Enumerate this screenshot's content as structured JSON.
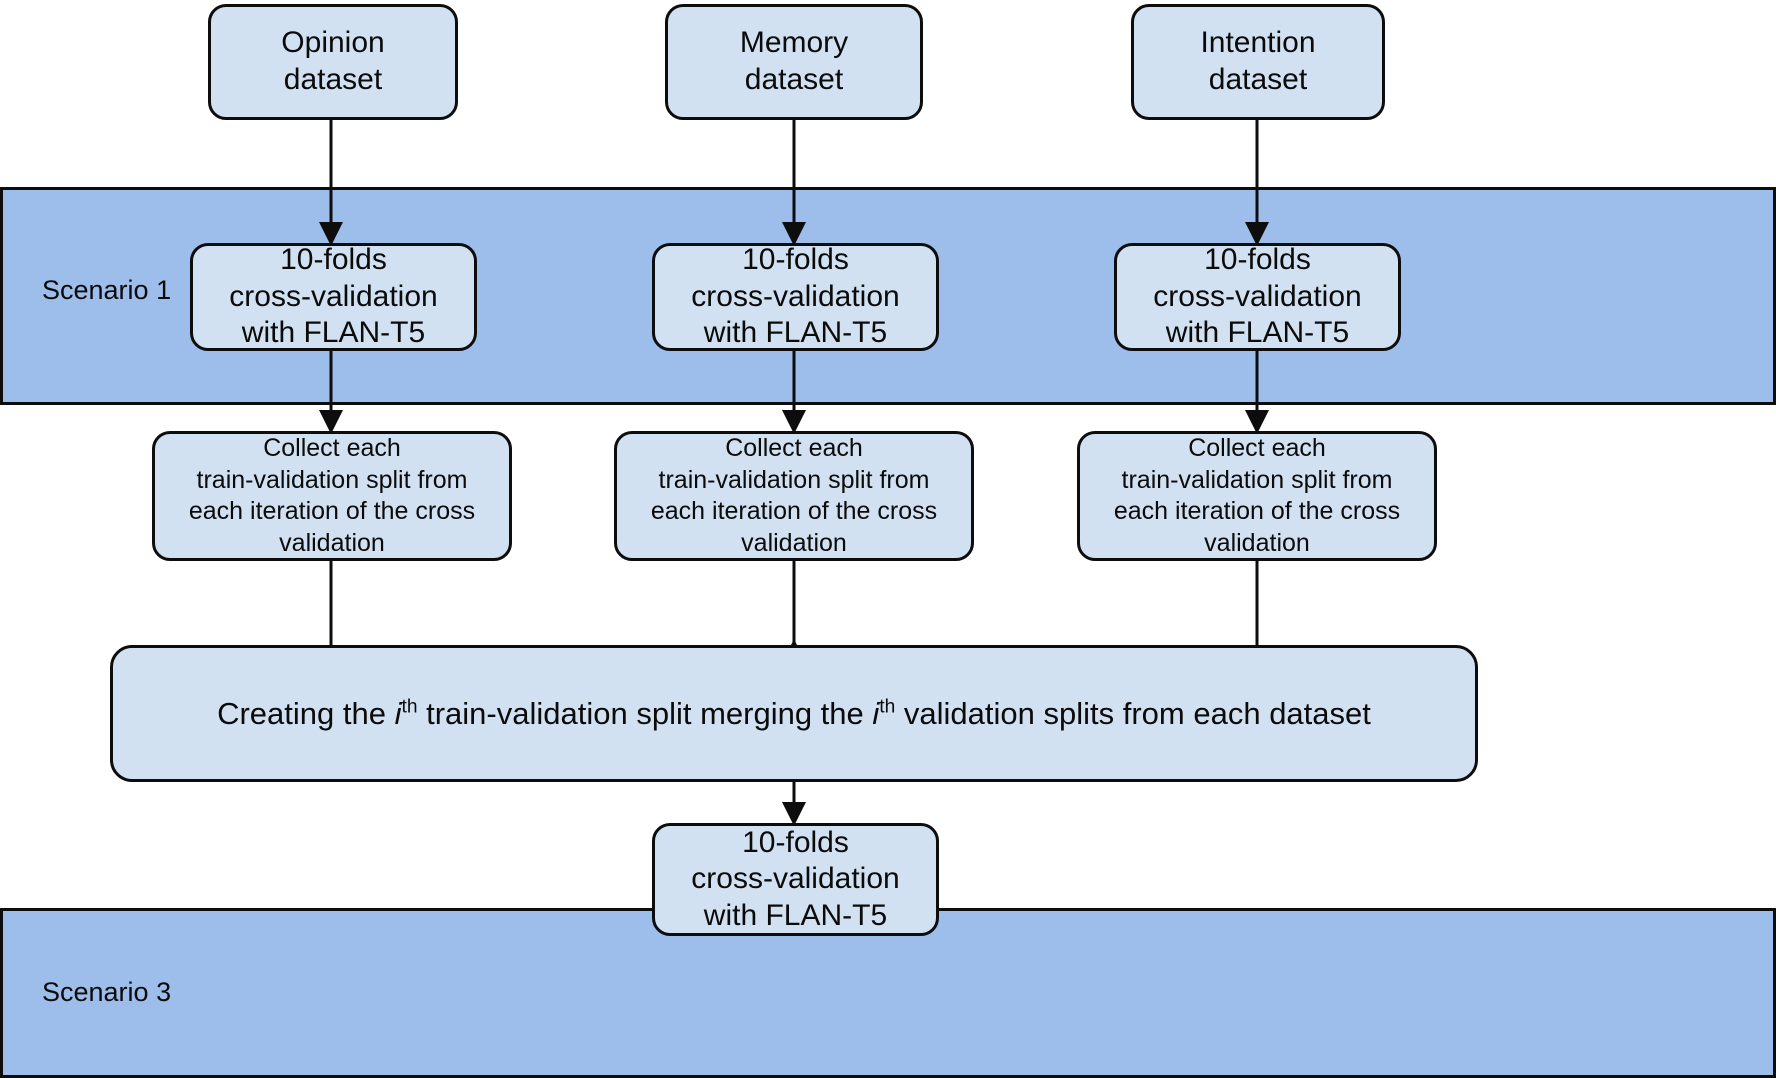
{
  "diagram": {
    "title": "Cross-validation experimental design flowchart",
    "colors": {
      "band_fill": "#9dbdeb",
      "node_fill": "#d2e1f2",
      "stroke": "#0d0d0d",
      "background": "#ffffff"
    },
    "bands": [
      {
        "id": "scenario-1",
        "label": "Scenario 1"
      },
      {
        "id": "scenario-3",
        "label": "Scenario 3"
      }
    ],
    "datasets": [
      {
        "id": "opinion",
        "line1": "Opinion",
        "line2": "dataset"
      },
      {
        "id": "memory",
        "line1": "Memory",
        "line2": "dataset"
      },
      {
        "id": "intention",
        "line1": "Intention",
        "line2": "dataset"
      }
    ],
    "cv_nodes": [
      {
        "id": "cv-opinion",
        "line1": "10-folds",
        "line2": "cross-validation",
        "line3": "with FLAN-T5"
      },
      {
        "id": "cv-memory",
        "line1": "10-folds",
        "line2": "cross-validation",
        "line3": "with FLAN-T5"
      },
      {
        "id": "cv-intention",
        "line1": "10-folds",
        "line2": "cross-validation",
        "line3": "with FLAN-T5"
      }
    ],
    "collect_nodes": [
      {
        "id": "collect-opinion",
        "line1": "Collect each",
        "line2": "train-validation split from",
        "line3": "each iteration of the cross",
        "line4": "validation"
      },
      {
        "id": "collect-memory",
        "line1": "Collect each",
        "line2": "train-validation split from",
        "line3": "each iteration of the cross",
        "line4": "validation"
      },
      {
        "id": "collect-intention",
        "line1": "Collect each",
        "line2": "train-validation split from",
        "line3": "each iteration of the cross",
        "line4": "validation"
      }
    ],
    "merge_box": {
      "id": "merge-split",
      "text_part1": "Creating the ",
      "sup1": "th",
      "italic1": "i",
      "text_part2": " train-validation split merging the ",
      "italic2": "i",
      "sup2": "th",
      "text_part3": " validation splits from each dataset",
      "full_text": "Creating the ith train-validation split merging the ith validation splits from each dataset"
    },
    "final_cv": {
      "id": "cv-merged",
      "line1": "10-folds",
      "line2": "cross-validation",
      "line3": "with FLAN-T5"
    }
  }
}
